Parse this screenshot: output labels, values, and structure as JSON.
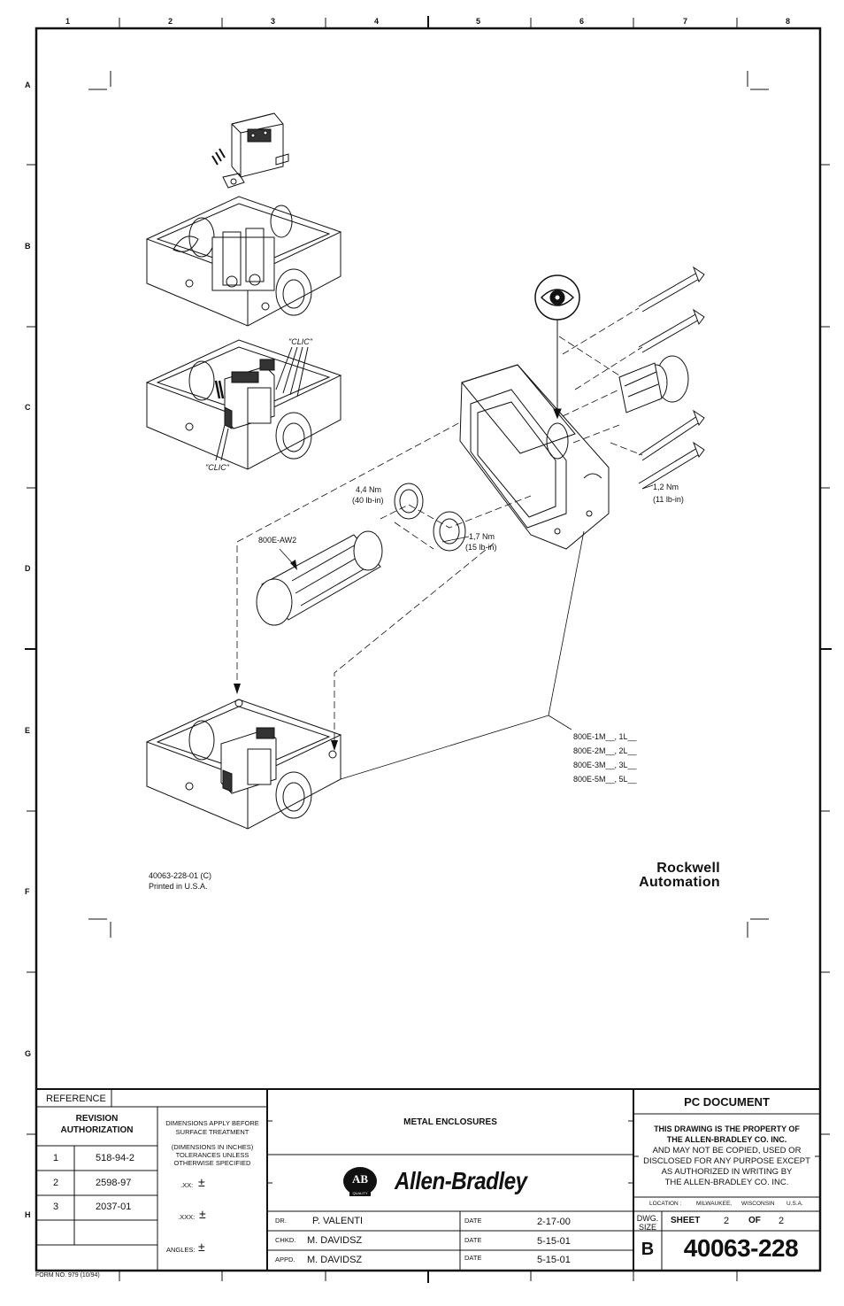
{
  "zones": {
    "columns": [
      "1",
      "2",
      "3",
      "4",
      "5",
      "6",
      "7",
      "8"
    ],
    "rows": [
      "A",
      "B",
      "C",
      "D",
      "E",
      "F",
      "G",
      "H"
    ]
  },
  "callouts": {
    "clic_top": "\"CLIC\"",
    "clic_bottom": "\"CLIC\"",
    "torque_nut_nm": "4,4 Nm",
    "torque_nut_lbin": "(40 lb-in)",
    "torque_ring_nm": "1,7 Nm",
    "torque_ring_lbin": "(15 lb-in)",
    "torque_screw_nm": "1,2 Nm",
    "torque_screw_lbin": "(11 lb-in)",
    "part_800e_aw2": "800E-AW2",
    "part_list": [
      "800E-1M__, 1L__",
      "800E-2M__, 2L__",
      "800E-3M__, 3L__",
      "800E-5M__, 5L__"
    ]
  },
  "doc_ref": {
    "number": "40063-228-01 (C)",
    "printed": "Printed in U.S.A."
  },
  "logo": {
    "rockwell_line1": "Rockwell",
    "rockwell_line2": "Automation",
    "ab_badge": "AB",
    "ab_quality": "QUALITY",
    "allen_bradley": "Allen-Bradley"
  },
  "title_block": {
    "reference": "REFERENCE",
    "revision_authorization": [
      "REVISION",
      "AUTHORIZATION"
    ],
    "revisions": [
      {
        "num": "1",
        "code": "518-94-2"
      },
      {
        "num": "2",
        "code": "2598-97"
      },
      {
        "num": "3",
        "code": "2037-01"
      }
    ],
    "dim_note1": [
      "DIMENSIONS APPLY BEFORE",
      "SURFACE TREATMENT"
    ],
    "dim_note2": [
      "(DIMENSIONS IN INCHES)",
      "TOLERANCES UNLESS",
      "OTHERWISE SPECIFIED"
    ],
    "tol_xx": ".XX:",
    "tol_xxx": ".XXX:",
    "tol_angles": "ANGLES:",
    "plus_minus": "±",
    "title": "METAL ENCLOSURES",
    "dr_label": "DR.",
    "dr_name": "P. VALENTI",
    "chkd_label": "CHKD.",
    "chkd_name": "M. DAVIDSZ",
    "appd_label": "APPD.",
    "appd_name": "M. DAVIDSZ",
    "date_label": "DATE",
    "date_dr": "2-17-00",
    "date_chkd": "5-15-01",
    "date_appd": "5-15-01",
    "pc_document": "PC  DOCUMENT",
    "property_notice": [
      "THIS DRAWING IS THE PROPERTY OF",
      "THE  ALLEN-BRADLEY CO. INC.",
      "AND MAY NOT BE COPIED, USED OR",
      "DISCLOSED FOR ANY PURPOSE EXCEPT",
      "AS AUTHORIZED IN WRITING BY",
      "THE ALLEN-BRADLEY CO. INC."
    ],
    "location_label": "LOCATION :",
    "location_city": "MILWAUKEE,",
    "location_state": "WISCONSIN",
    "location_country": "U.S.A.",
    "dwg_size_label": [
      "DWG.",
      "SIZE"
    ],
    "dwg_size": "B",
    "sheet_label": "SHEET",
    "sheet_num": "2",
    "of_label": "OF",
    "sheet_total": "2",
    "drawing_number": "40063-228"
  },
  "form_no": "FORM NO. 979  (10/94)"
}
